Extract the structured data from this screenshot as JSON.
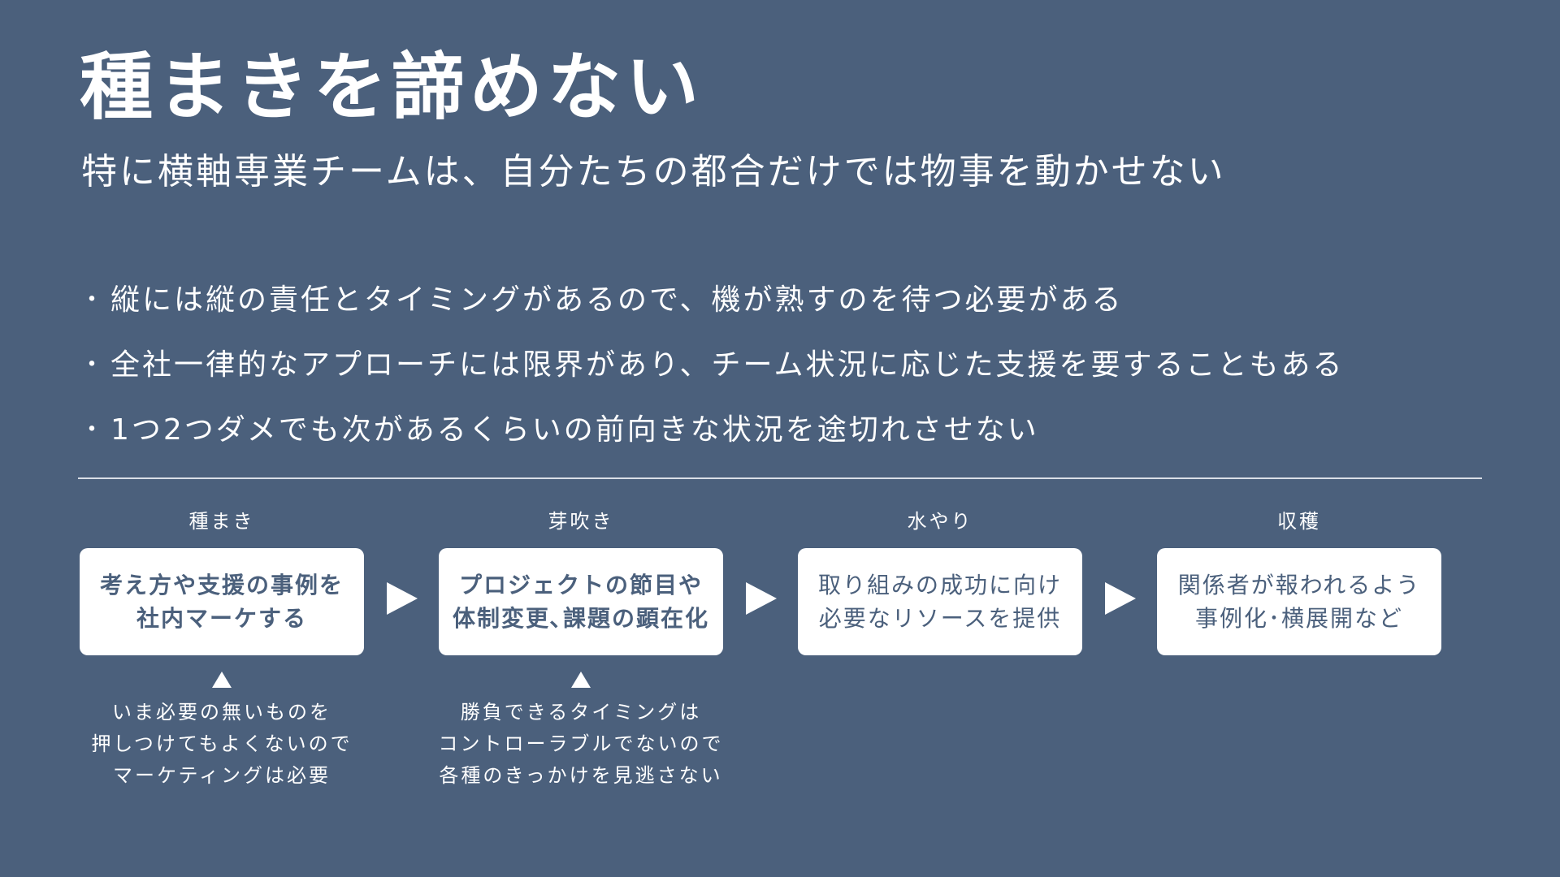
{
  "title": "種まきを諦めない",
  "subtitle": "特に横軸専業チームは、自分たちの都合だけでは物事を動かせない",
  "bullet_marker": "・",
  "bullets": [
    "縦には縦の責任とタイミングがあるので、機が熟すのを待つ必要がある",
    "全社一律的なアプローチには限界があり、チーム状況に応じた支援を要することもある",
    "1つ2つダメでも次があるくらいの前向きな状況を途切れさせない"
  ],
  "stages": [
    {
      "label": "種まき",
      "lines": [
        "考え方や支援の事例を",
        "社内マーケする"
      ],
      "bold": true
    },
    {
      "label": "芽吹き",
      "lines": [
        "プロジェクトの節目や",
        "体制変更､課題の顕在化"
      ],
      "bold": true
    },
    {
      "label": "水やり",
      "lines": [
        "取り組みの成功に向け",
        "必要なリソースを提供"
      ],
      "bold": false
    },
    {
      "label": "収穫",
      "lines": [
        "関係者が報われるよう",
        "事例化･横展開など"
      ],
      "bold": false
    }
  ],
  "notes": [
    [
      "いま必要の無いものを",
      "押しつけてもよくないので",
      "マーケティングは必要"
    ],
    [
      "勝負できるタイミングは",
      "コントローラブルでないので",
      "各種のきっかけを見逃さない"
    ]
  ],
  "colors": {
    "background": "#4b607c",
    "box": "#ffffff",
    "box_text": "#4b607c",
    "text": "#ffffff"
  },
  "icons": {
    "flow_arrow": "play-triangle-right-icon",
    "pointer_arrow": "triangle-up-icon"
  }
}
